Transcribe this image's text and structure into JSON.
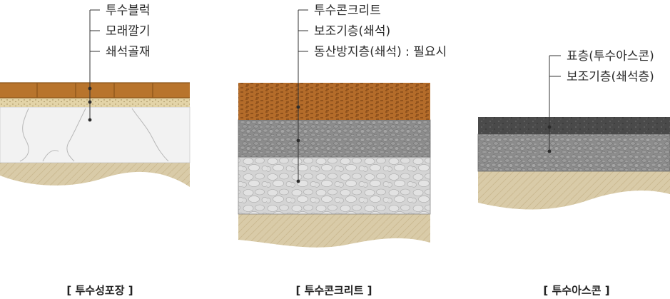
{
  "diagrams": [
    {
      "caption": "[ 투수성포장 ]",
      "labels": [
        "투수블럭",
        "모래깔기",
        "쇄석골재"
      ]
    },
    {
      "caption": "[ 투수콘크리트 ]",
      "labels": [
        "투수콘크리트",
        "보조기층(쇄석)",
        "동산방지층(쇄석) : 필요시"
      ]
    },
    {
      "caption": "[ 투수아스콘 ]",
      "labels": [
        "표층(투수아스콘)",
        "보조기층(쇄석층)"
      ]
    }
  ],
  "colors": {
    "block": "#b8742c",
    "block_joint": "#8a5418",
    "sand": "#e3d4a8",
    "aggregate": "#f2f2f2",
    "concrete": "#b46c2a",
    "gravel_dark": "#8c8c8c",
    "gravel_light": "#d4d4d4",
    "asphalt": "#4a4a4a",
    "soil": "#d9cba8"
  }
}
